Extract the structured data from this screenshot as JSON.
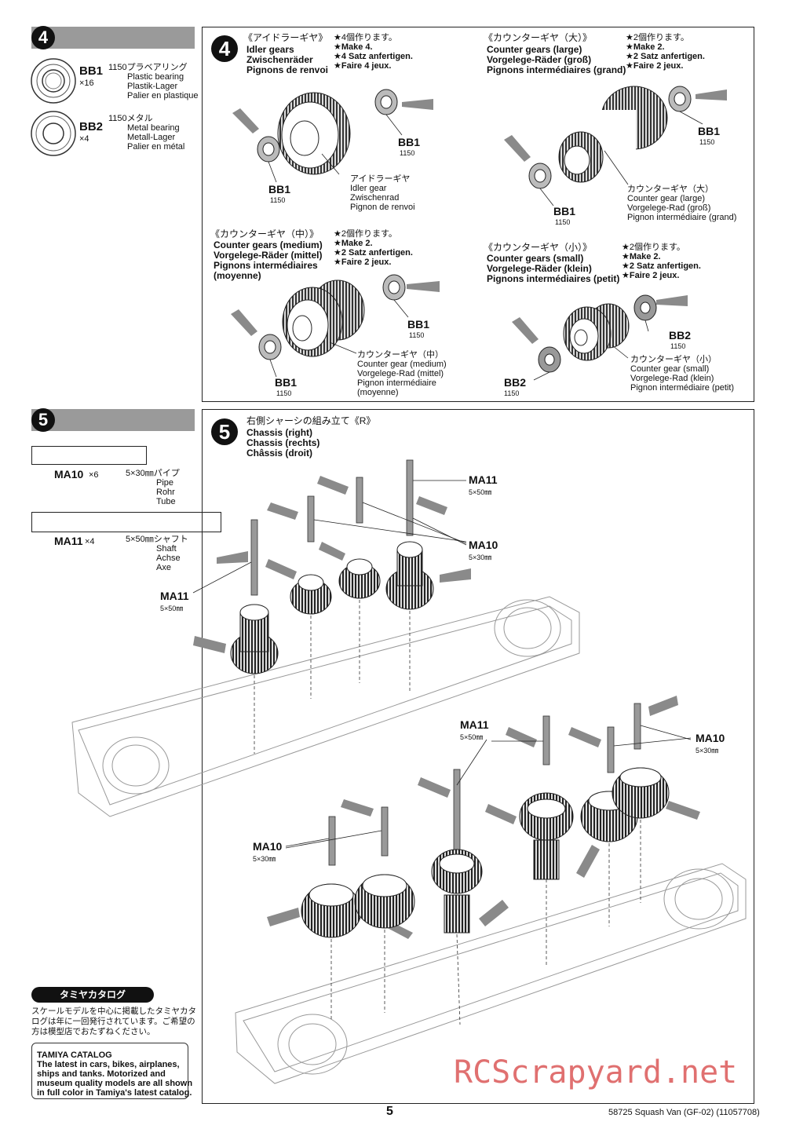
{
  "step4": {
    "number": "4",
    "parts": [
      {
        "code": "BB1",
        "qty": "×16",
        "jp": "1150プラベアリング",
        "lines": [
          "Plastic bearing",
          "Plastik-Lager",
          "Palier en plastique"
        ]
      },
      {
        "code": "BB2",
        "qty": "×4",
        "jp": "1150メタル",
        "lines": [
          "Metal bearing",
          "Metall-Lager",
          "Palier en métal"
        ]
      }
    ],
    "idler": {
      "jp": "《アイドラーギヤ》",
      "lines": [
        "Idler gears",
        "Zwischenräder",
        "Pignons de renvoi"
      ],
      "make": [
        "★4個作ります。",
        "★Make 4.",
        "★4 Satz anfertigen.",
        "★Faire 4 jeux."
      ],
      "part_label": [
        "アイドラーギヤ",
        "Idler gear",
        "Zwischenrad",
        "Pignon de renvoi"
      ]
    },
    "counter_large": {
      "jp": "《カウンターギヤ（大）》",
      "lines": [
        "Counter gears (large)",
        "Vorgelege-Räder (groß)",
        "Pignons intermédiaires (grand)"
      ],
      "make": [
        "★2個作ります。",
        "★Make 2.",
        "★2 Satz anfertigen.",
        "★Faire 2 jeux."
      ],
      "part_label": [
        "カウンターギヤ（大）",
        "Counter gear (large)",
        "Vorgelege-Rad (groß)",
        "Pignon intermédiaire (grand)"
      ]
    },
    "counter_medium": {
      "jp": "《カウンターギヤ（中）》",
      "lines": [
        "Counter gears (medium)",
        "Vorgelege-Räder (mittel)",
        "Pignons intermédiaires",
        "(moyenne)"
      ],
      "make": [
        "★2個作ります。",
        "★Make 2.",
        "★2 Satz anfertigen.",
        "★Faire 2 jeux."
      ],
      "part_label": [
        "カウンターギヤ（中）",
        "Counter gear (medium)",
        "Vorgelege-Rad (mittel)",
        "Pignon intermédiaire",
        "(moyenne)"
      ]
    },
    "counter_small": {
      "jp": "《カウンターギヤ（小）》",
      "lines": [
        "Counter gears (small)",
        "Vorgelege-Räder (klein)",
        "Pignons intermédiaires (petit)"
      ],
      "make": [
        "★2個作ります。",
        "★Make 2.",
        "★2 Satz anfertigen.",
        "★Faire 2 jeux."
      ],
      "part_label": [
        "カウンターギヤ（小）",
        "Counter gear (small)",
        "Vorgelege-Rad (klein)",
        "Pignon intermédiaire (petit)"
      ]
    },
    "bb1": "BB1",
    "bb2": "BB2",
    "bb_sub": "1150"
  },
  "step5": {
    "number": "5",
    "title_jp": "右側シャーシの組み立て《R》",
    "title_lines": [
      "Chassis (right)",
      "Chassis (rechts)",
      "Châssis (droit)"
    ],
    "parts": [
      {
        "code": "MA10",
        "qty": "×6",
        "jp": "5×30㎜パイプ",
        "lines": [
          "Pipe",
          "Rohr",
          "Tube"
        ]
      },
      {
        "code": "MA11",
        "qty": "×4",
        "jp": "5×50㎜シャフト",
        "lines": [
          "Shaft",
          "Achse",
          "Axe"
        ]
      }
    ],
    "ma10": "MA10",
    "ma10_sub": "5×30㎜",
    "ma11": "MA11",
    "ma11_sub": "5×50㎜"
  },
  "catalog": {
    "tag": "タミヤカタログ",
    "jp_lines": [
      "スケールモデルを中心に掲載したタミヤカタ",
      "ログは年に一回発行されています。ご希望の",
      "方は模型店でおたずねください。"
    ],
    "title": "TAMIYA CATALOG",
    "lines": [
      "The latest in cars, bikes, airplanes,",
      "ships and tanks. Motorized and",
      "museum quality models are all shown",
      "in full color in Tamiya's latest catalog."
    ]
  },
  "footer": {
    "page": "5",
    "model": "58725  Squash Van (GF-02) (11057708)",
    "watermark": "RCScrapyard.net"
  }
}
